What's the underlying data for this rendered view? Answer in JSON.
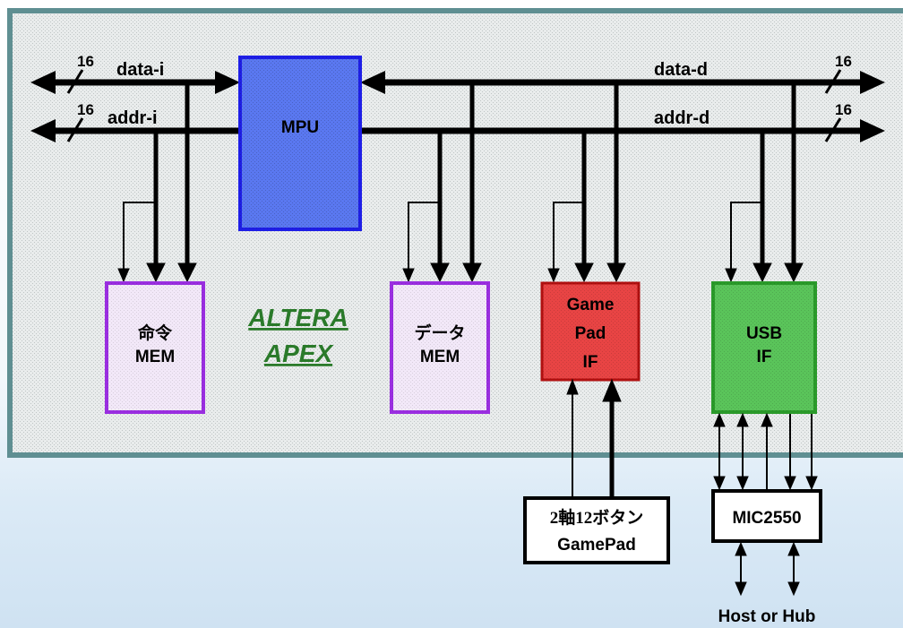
{
  "board": {
    "chip_label_1": "ALTERA",
    "chip_label_2": "APEX"
  },
  "buses": {
    "data_i": "data-i",
    "addr_i": "addr-i",
    "data_d": "data-d",
    "addr_d": "addr-d",
    "width": "16"
  },
  "blocks": {
    "mpu": "MPU",
    "imem": {
      "line1": "命令",
      "line2": "MEM"
    },
    "dmem": {
      "line1": "データ",
      "line2": "MEM"
    },
    "gamepad_if": {
      "line1": "Game",
      "line2": "Pad",
      "line3": "IF"
    },
    "usb_if": {
      "line1": "USB",
      "line2": "IF"
    }
  },
  "external": {
    "gamepad": {
      "line1": "2軸12ボタン",
      "line2": "GamePad"
    },
    "transceiver": "MIC2550",
    "host": "Host or Hub"
  },
  "colors": {
    "board_border": "#5f8f92",
    "mpu_fill": "#5a78f0",
    "mpu_border": "#1e1ee6",
    "mem_border": "#9a2ee0",
    "gamepad_fill": "#e84444",
    "usb_fill": "#5ac45a",
    "altera_text": "#2a7a2a"
  }
}
